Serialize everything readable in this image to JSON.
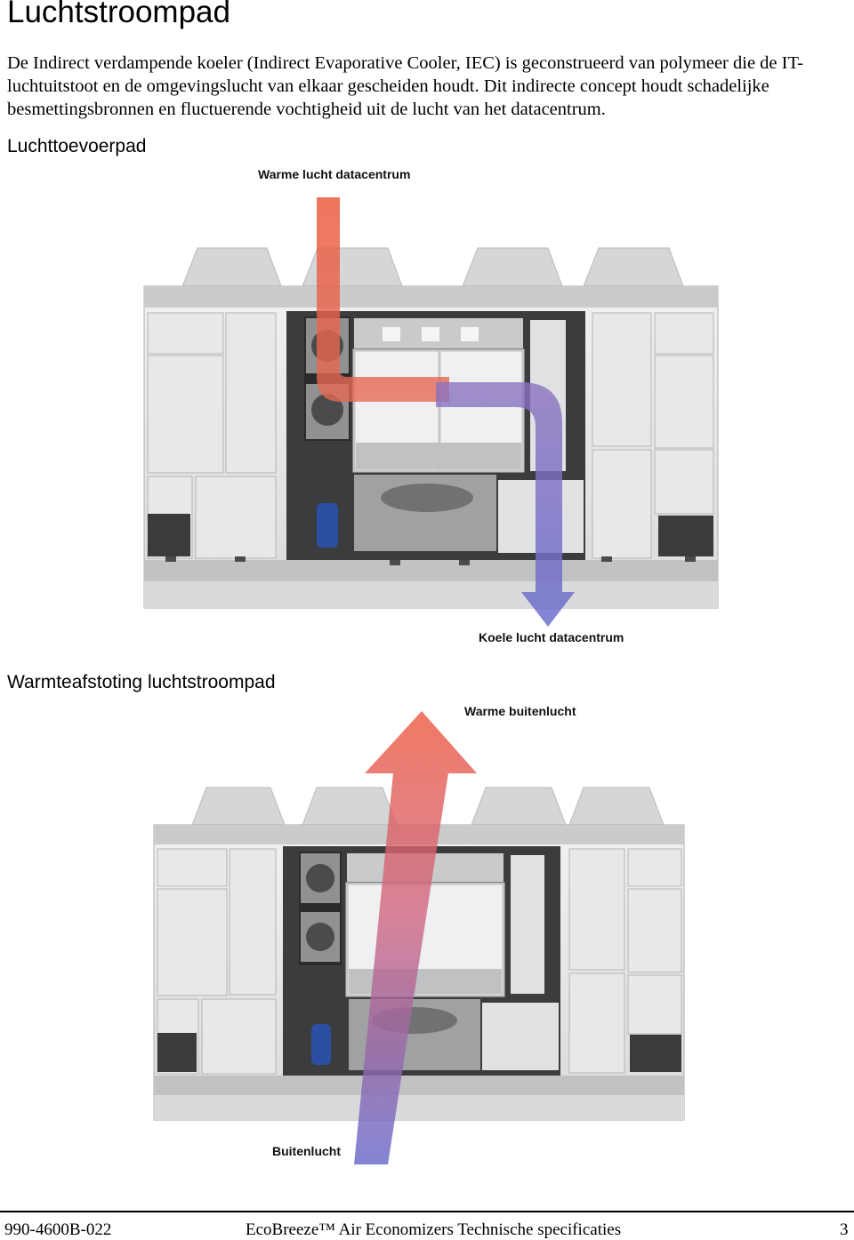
{
  "page": {
    "title": "Luchtstroompad",
    "intro": "De Indirect verdampende koeler (Indirect Evaporative Cooler, IEC) is geconstrueerd van polymeer die de IT-luchtuitstoot en de omgevingslucht van elkaar gescheiden houdt. Dit indirecte concept houdt schadelijke besmettingsbronnen en fluctuerende vochtigheid uit de lucht van het datacentrum."
  },
  "supply_section": {
    "heading": "Luchttoevoerpad",
    "label_in": "Warme lucht datacentrum",
    "label_out": "Koele lucht datacentrum"
  },
  "rejection_section": {
    "heading": "Warmteafstoting luchtstroompad",
    "label_out": "Warme buitenlucht",
    "label_in": "Buitenlucht"
  },
  "footer": {
    "doc_number": "990-4600B-022",
    "doc_title": "EcoBreeze™ Air Economizers Technische specificaties",
    "page_number": "3"
  },
  "colors": {
    "warm_arrow": "#e8604a",
    "cool_arrow": "#7a74c4",
    "unit_panel": "#e4e6e8"
  }
}
